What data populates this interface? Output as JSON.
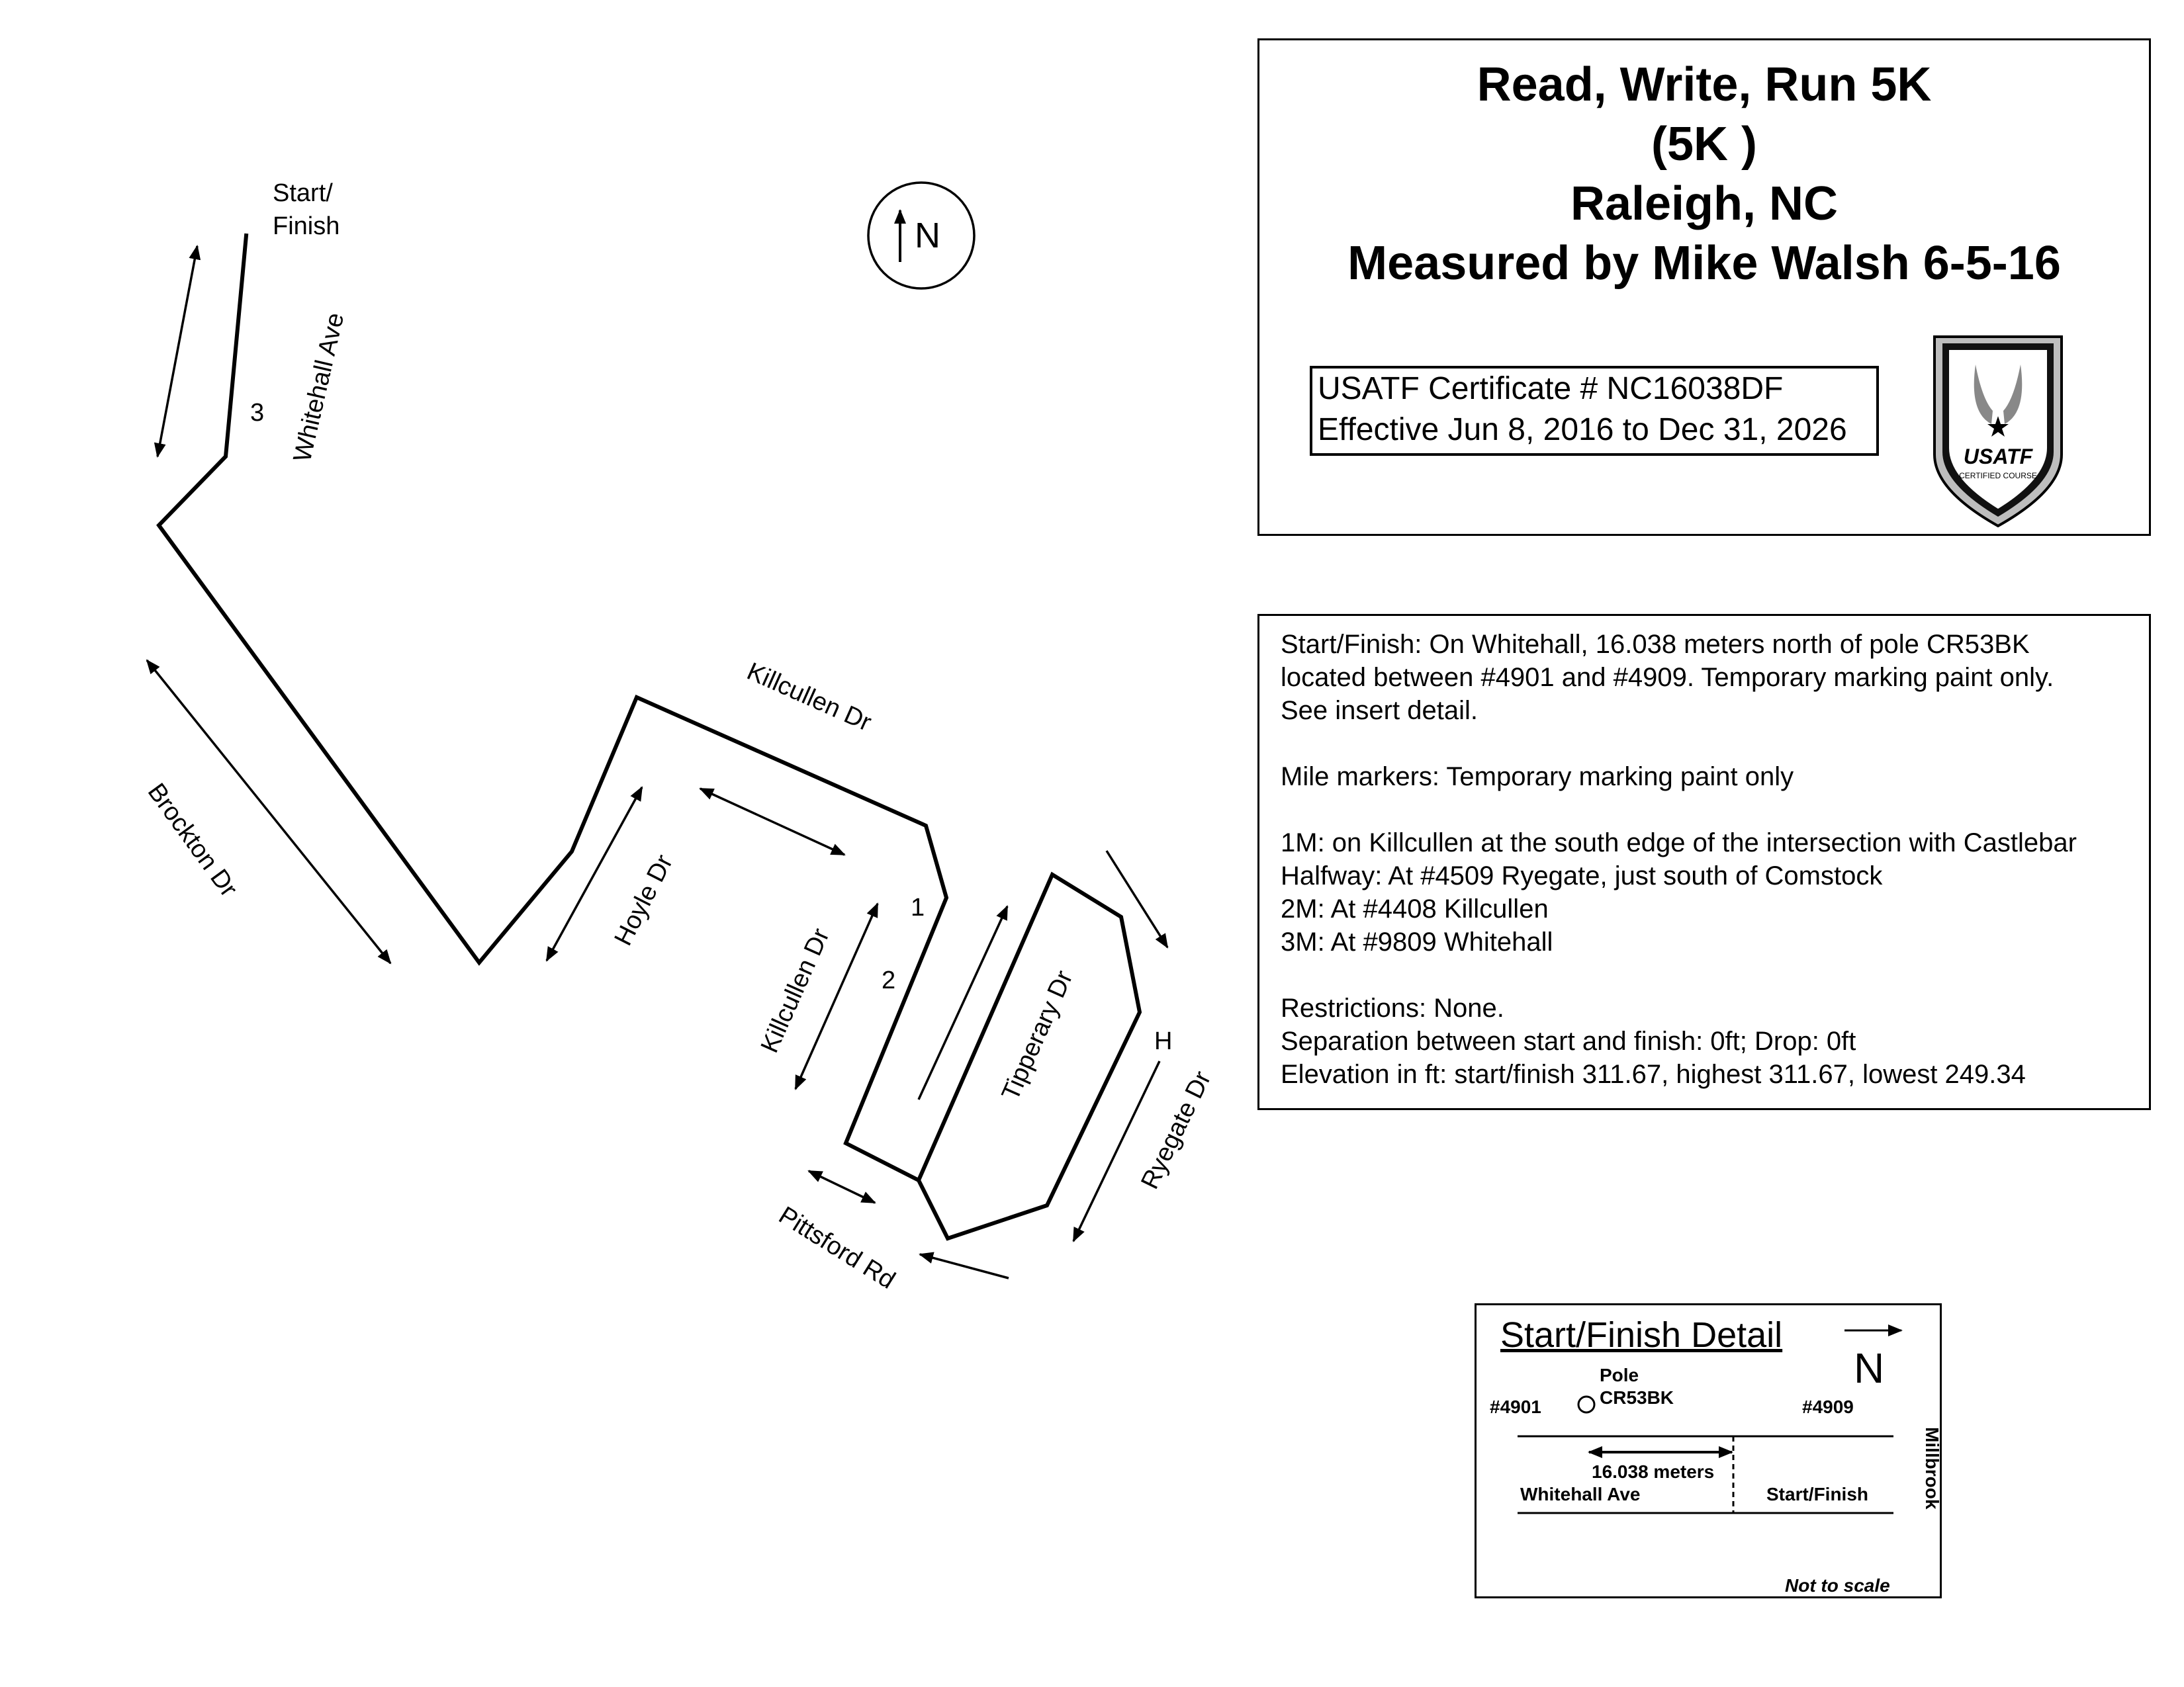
{
  "title": {
    "line1": "Read, Write, Run 5K",
    "line2": "(5K )",
    "line3": "Raleigh, NC",
    "line4": "Measured by Mike Walsh 6-5-16"
  },
  "certificate": {
    "line1": "USATF Certificate # NC16038DF",
    "line2": "Effective Jun 8, 2016 to Dec 31, 2026"
  },
  "badge": {
    "text1": "USATF",
    "text2": "CERTIFIED COURSE"
  },
  "north": {
    "label": "N"
  },
  "streets": {
    "whitehall": "Whitehall Ave",
    "brockton": "Brockton Dr",
    "killcullen_top": "Killcullen Dr",
    "hoyle": "Hoyle Dr",
    "killcullen_lower": "Killcullen Dr",
    "tipperary": "Tipperary Dr",
    "ryegate": "Ryegate Dr",
    "pittsford": "Pittsford Rd"
  },
  "markers": {
    "start_finish_line1": "Start/",
    "start_finish_line2": "Finish",
    "m1": "1",
    "m2": "2",
    "m3": "3",
    "halfway": "H"
  },
  "info": {
    "l1": "Start/Finish: On Whitehall, 16.038 meters north of pole CR53BK",
    "l2": "located between #4901 and #4909. Temporary marking paint only.",
    "l3": "See insert detail.",
    "l4": "Mile markers: Temporary marking paint only",
    "l5": "1M: on Killcullen at the south edge of the intersection with Castlebar",
    "l6": "Halfway: At #4509 Ryegate, just south of Comstock",
    "l7": "2M: At #4408 Killcullen",
    "l8": "3M: At #9809 Whitehall",
    "l9": "Restrictions: None.",
    "l10": "Separation between start and finish: 0ft; Drop: 0ft",
    "l11": "Elevation in ft: start/finish 311.67, highest 311.67, lowest 249.34"
  },
  "detail": {
    "title": "Start/Finish Detail",
    "north": "N",
    "pole_line1": "Pole",
    "pole_line2": "CR53BK",
    "addr1": "#4901",
    "addr2": "#4909",
    "distance": "16.038 meters",
    "street": "Whitehall Ave",
    "start_finish": "Start/Finish",
    "cross_street": "Millbrook",
    "note": "Not to scale"
  }
}
